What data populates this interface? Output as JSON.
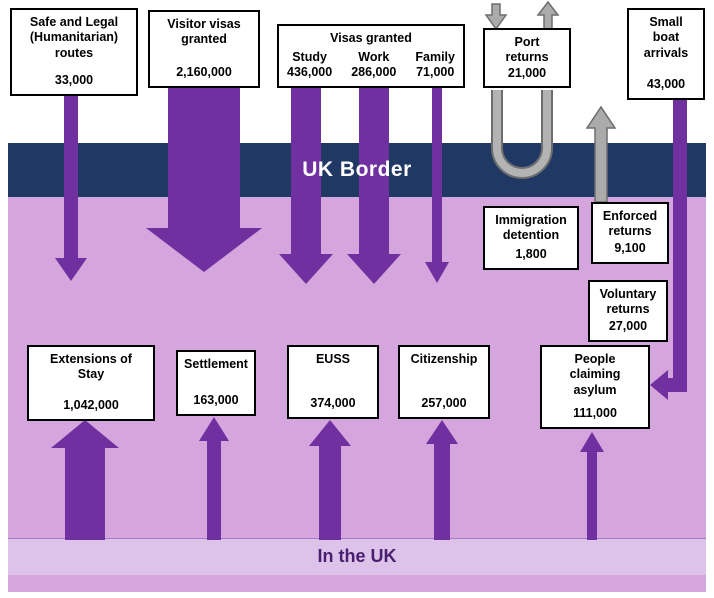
{
  "labels": {
    "uk_border": "UK Border",
    "in_the_uk": "In the UK"
  },
  "colors": {
    "border_band": "#1f3864",
    "arrow_purple": "#7030a0",
    "interior_background": "#d5a6dd",
    "bottom_band_background": "#ddc2ea",
    "arrow_gray": "#ababab",
    "box_background": "#ffffff",
    "box_border": "#000000"
  },
  "boxes": {
    "safe_legal": {
      "lines": [
        "Safe and Legal",
        "(Humanitarian)",
        "routes"
      ],
      "value": "33,000"
    },
    "visitor_visas": {
      "lines": [
        "Visitor visas",
        "granted"
      ],
      "value": "2,160,000"
    },
    "visas_granted": {
      "title": "Visas granted",
      "columns": [
        {
          "label": "Study",
          "value": "436,000"
        },
        {
          "label": "Work",
          "value": "286,000"
        },
        {
          "label": "Family",
          "value": "71,000"
        }
      ]
    },
    "port_returns": {
      "lines": [
        "Port",
        "returns"
      ],
      "value": "21,000"
    },
    "small_boat": {
      "lines": [
        "Small",
        "boat",
        "arrivals"
      ],
      "value": "43,000"
    },
    "immigration_detention": {
      "lines": [
        "Immigration",
        "detention"
      ],
      "value": "1,800"
    },
    "enforced_returns": {
      "lines": [
        "Enforced",
        "returns"
      ],
      "value": "9,100"
    },
    "voluntary_returns": {
      "lines": [
        "Voluntary",
        "returns"
      ],
      "value": "27,000"
    },
    "extensions_of_stay": {
      "lines": [
        "Extensions of",
        "Stay"
      ],
      "value": "1,042,000"
    },
    "settlement": {
      "lines": [
        "Settlement"
      ],
      "value": "163,000"
    },
    "euss": {
      "lines": [
        "EUSS"
      ],
      "value": "374,000"
    },
    "citizenship": {
      "lines": [
        "Citizenship"
      ],
      "value": "257,000"
    },
    "asylum": {
      "lines": [
        "People",
        "claiming",
        "asylum"
      ],
      "value": "111,000"
    }
  }
}
